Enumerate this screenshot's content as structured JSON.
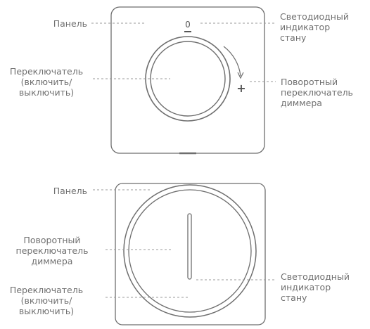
{
  "diagram_top": {
    "panel_label": "Панель",
    "switch_label": "Переключатель\n(включить/\nвыключить)",
    "led_label": "Светодиодный\nиндикатор\nстану",
    "dimmer_label": "Поворотный\nпереключатель\nдиммера",
    "off_glyph": "0",
    "plus_glyph": "+"
  },
  "diagram_bottom": {
    "panel_label": "Панель",
    "dimmer_label": "Поворотный\nпереключатель\nдиммера",
    "switch_label": "Переключатель\n(включить/\nвыключить)",
    "led_label": "Светодиодный\nиндикатор\nстану"
  },
  "colors": {
    "outline": "#6e6e6e",
    "label_text": "#707070",
    "leader": "#9a9a9a"
  }
}
